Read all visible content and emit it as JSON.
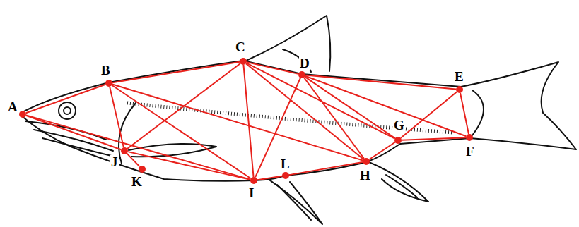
{
  "diagram": {
    "nodes": [
      {
        "text": [
          "A"
        ]
      },
      {
        "text": [
          "B"
        ]
      },
      {
        "text": [
          "C"
        ]
      },
      {
        "text": [
          "D"
        ]
      },
      {
        "text": [
          "E"
        ]
      },
      {
        "text": [
          "F"
        ]
      },
      {
        "text": [
          "G"
        ]
      },
      {
        "text": [
          "H"
        ]
      },
      {
        "text": [
          "I"
        ]
      },
      {
        "text": [
          "J"
        ]
      },
      {
        "text": [
          "K"
        ]
      },
      {
        "text": [
          "L"
        ]
      }
    ],
    "edges": [
      {
        "from": 0,
        "to": 1,
        "arrow": "none"
      },
      {
        "from": 1,
        "to": 2,
        "arrow": "none"
      },
      {
        "from": 2,
        "to": 3,
        "arrow": "none"
      },
      {
        "from": 3,
        "to": 4,
        "arrow": "none"
      },
      {
        "from": 4,
        "to": 5,
        "arrow": "none"
      },
      {
        "from": 5,
        "to": 6,
        "arrow": "none"
      },
      {
        "from": 6,
        "to": 7,
        "arrow": "none"
      },
      {
        "from": 7,
        "to": 11,
        "arrow": "none"
      },
      {
        "from": 11,
        "to": 8,
        "arrow": "none"
      },
      {
        "from": 8,
        "to": 9,
        "arrow": "none"
      },
      {
        "from": 9,
        "to": 0,
        "arrow": "none"
      },
      {
        "from": 9,
        "to": 10,
        "arrow": "none"
      },
      {
        "from": 0,
        "to": 8,
        "arrow": "none"
      },
      {
        "from": 1,
        "to": 9,
        "arrow": "none"
      },
      {
        "from": 1,
        "to": 8,
        "arrow": "none"
      },
      {
        "from": 1,
        "to": 7,
        "arrow": "none"
      },
      {
        "from": 2,
        "to": 9,
        "arrow": "none"
      },
      {
        "from": 2,
        "to": 8,
        "arrow": "none"
      },
      {
        "from": 2,
        "to": 7,
        "arrow": "none"
      },
      {
        "from": 2,
        "to": 6,
        "arrow": "none"
      },
      {
        "from": 3,
        "to": 8,
        "arrow": "none"
      },
      {
        "from": 3,
        "to": 7,
        "arrow": "none"
      },
      {
        "from": 3,
        "to": 6,
        "arrow": "none"
      },
      {
        "from": 3,
        "to": 5,
        "arrow": "none"
      },
      {
        "from": 4,
        "to": 6,
        "arrow": "none"
      }
    ]
  }
}
